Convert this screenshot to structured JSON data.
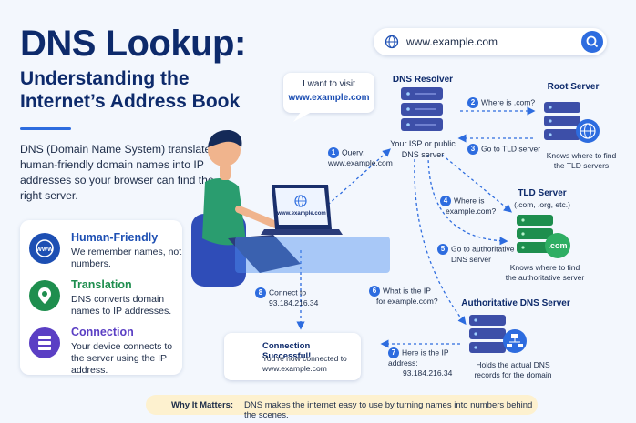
{
  "header": {
    "title": "DNS Lookup:",
    "subtitle_line1": "Understanding the",
    "subtitle_line2": "Internet’s Address Book",
    "intro": "DNS (Domain Name System) translates human-friendly domain names into IP addresses so your browser can find the right server."
  },
  "features": [
    {
      "title": "Human-Friendly",
      "desc": "We remember names, not numbers.",
      "color": "#1d4fb3",
      "icon": "www-icon"
    },
    {
      "title": "Translation",
      "desc": "DNS converts domain names to IP addresses.",
      "color": "#1e8e4e",
      "icon": "location-pin-icon"
    },
    {
      "title": "Connection",
      "desc": "Your device connects to the server using the IP address.",
      "color": "#5b3fc4",
      "icon": "server-icon"
    }
  ],
  "search": {
    "text": "www.example.com"
  },
  "bubble": {
    "line1": "I want to visit",
    "line2": "www.example.com"
  },
  "laptop_screen": "www.example.com",
  "nodes": {
    "resolver": {
      "title": "DNS Resolver",
      "desc1": "Your ISP or public",
      "desc2": "DNS server"
    },
    "root": {
      "title": "Root Server",
      "desc1": "Knows where to find",
      "desc2": "the TLD servers"
    },
    "tld": {
      "title": "TLD Server",
      "sub": "(.com, .org, etc.)",
      "badge": ".com",
      "desc1": "Knows where to find",
      "desc2": "the authoritative server"
    },
    "auth": {
      "title": "Authoritative DNS Server",
      "desc1": "Holds the actual DNS",
      "desc2": "records for the domain"
    }
  },
  "steps": [
    {
      "n": "1",
      "l1": "Query:",
      "l2": "www.example.com"
    },
    {
      "n": "2",
      "l1": "Where is .com?",
      "l2": ""
    },
    {
      "n": "3",
      "l1": "Go to TLD server",
      "l2": ""
    },
    {
      "n": "4",
      "l1": "Where is",
      "l2": "example.com?"
    },
    {
      "n": "5",
      "l1": "Go to authoritative",
      "l2": "DNS server"
    },
    {
      "n": "6",
      "l1": "What is the IP",
      "l2": "for example.com?"
    },
    {
      "n": "7",
      "l1": "Here is the IP address:",
      "l2": "93.184.216.34"
    },
    {
      "n": "8",
      "l1": "Connect to",
      "l2": "93.184.216.34"
    }
  ],
  "success": {
    "title": "Connection Successful!",
    "l1": "You’re now connected to",
    "l2": "www.example.com"
  },
  "footer": {
    "label": "Why It Matters:",
    "text": "DNS makes the internet easy to use by turning names into numbers behind the scenes."
  },
  "colors": {
    "primary": "#2d6cdf",
    "navy": "#0d2a6b",
    "server": "#3d4fa8",
    "green": "#1e8e4e"
  }
}
